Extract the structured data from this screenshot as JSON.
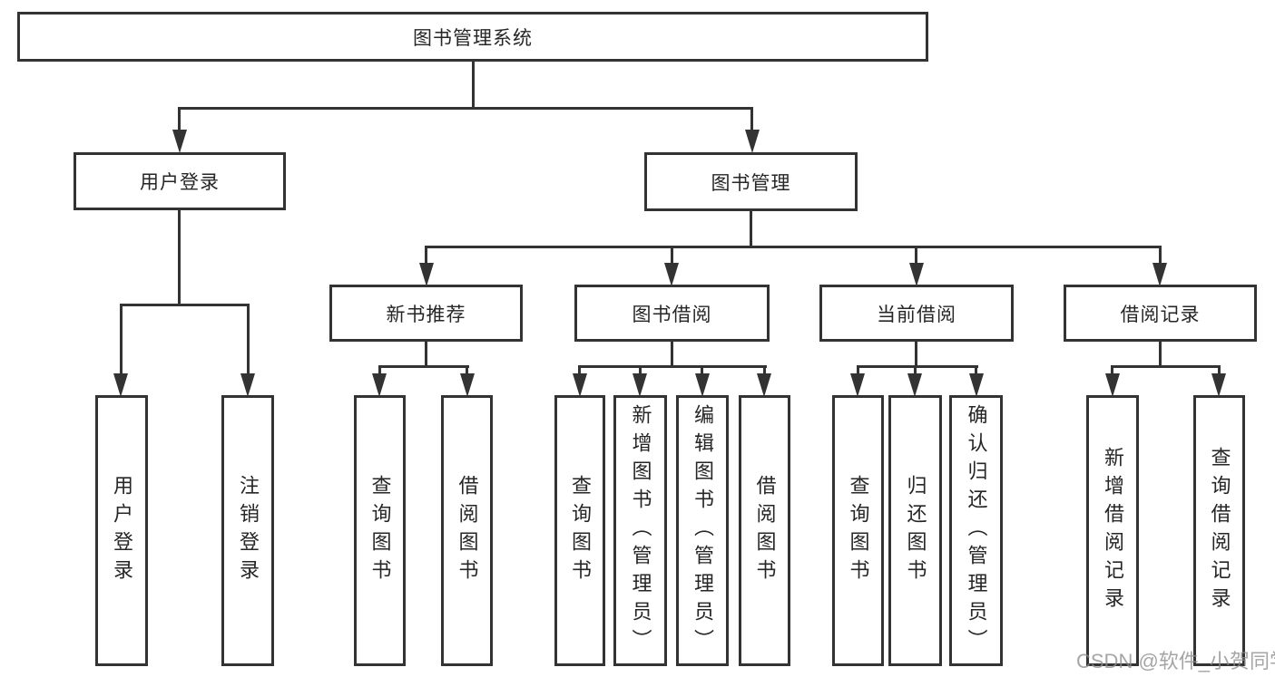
{
  "tree": {
    "label": "图书管理系统",
    "children": [
      {
        "label": "用户登录",
        "children": [
          {
            "label": "用户登录"
          },
          {
            "label": "注销登录"
          }
        ]
      },
      {
        "label": "图书管理",
        "children": [
          {
            "label": "新书推荐",
            "children": [
              {
                "label": "查询图书"
              },
              {
                "label": "借阅图书"
              }
            ]
          },
          {
            "label": "图书借阅",
            "children": [
              {
                "label": "查询图书"
              },
              {
                "label": "新增图书（管理员）"
              },
              {
                "label": "编辑图书（管理员）"
              },
              {
                "label": "借阅图书"
              }
            ]
          },
          {
            "label": "当前借阅",
            "children": [
              {
                "label": "查询图书"
              },
              {
                "label": "归还图书"
              },
              {
                "label": "确认归还（管理员）"
              }
            ]
          },
          {
            "label": "借阅记录",
            "children": [
              {
                "label": "新增借阅记录"
              },
              {
                "label": "查询借阅记录"
              }
            ]
          }
        ]
      }
    ]
  },
  "watermark": {
    "text": "CSDN @软件_小贺同学"
  },
  "colors": {
    "line": "#333333",
    "text": "#262626",
    "watermark": "#8c8c8c",
    "background": "#ffffff"
  }
}
